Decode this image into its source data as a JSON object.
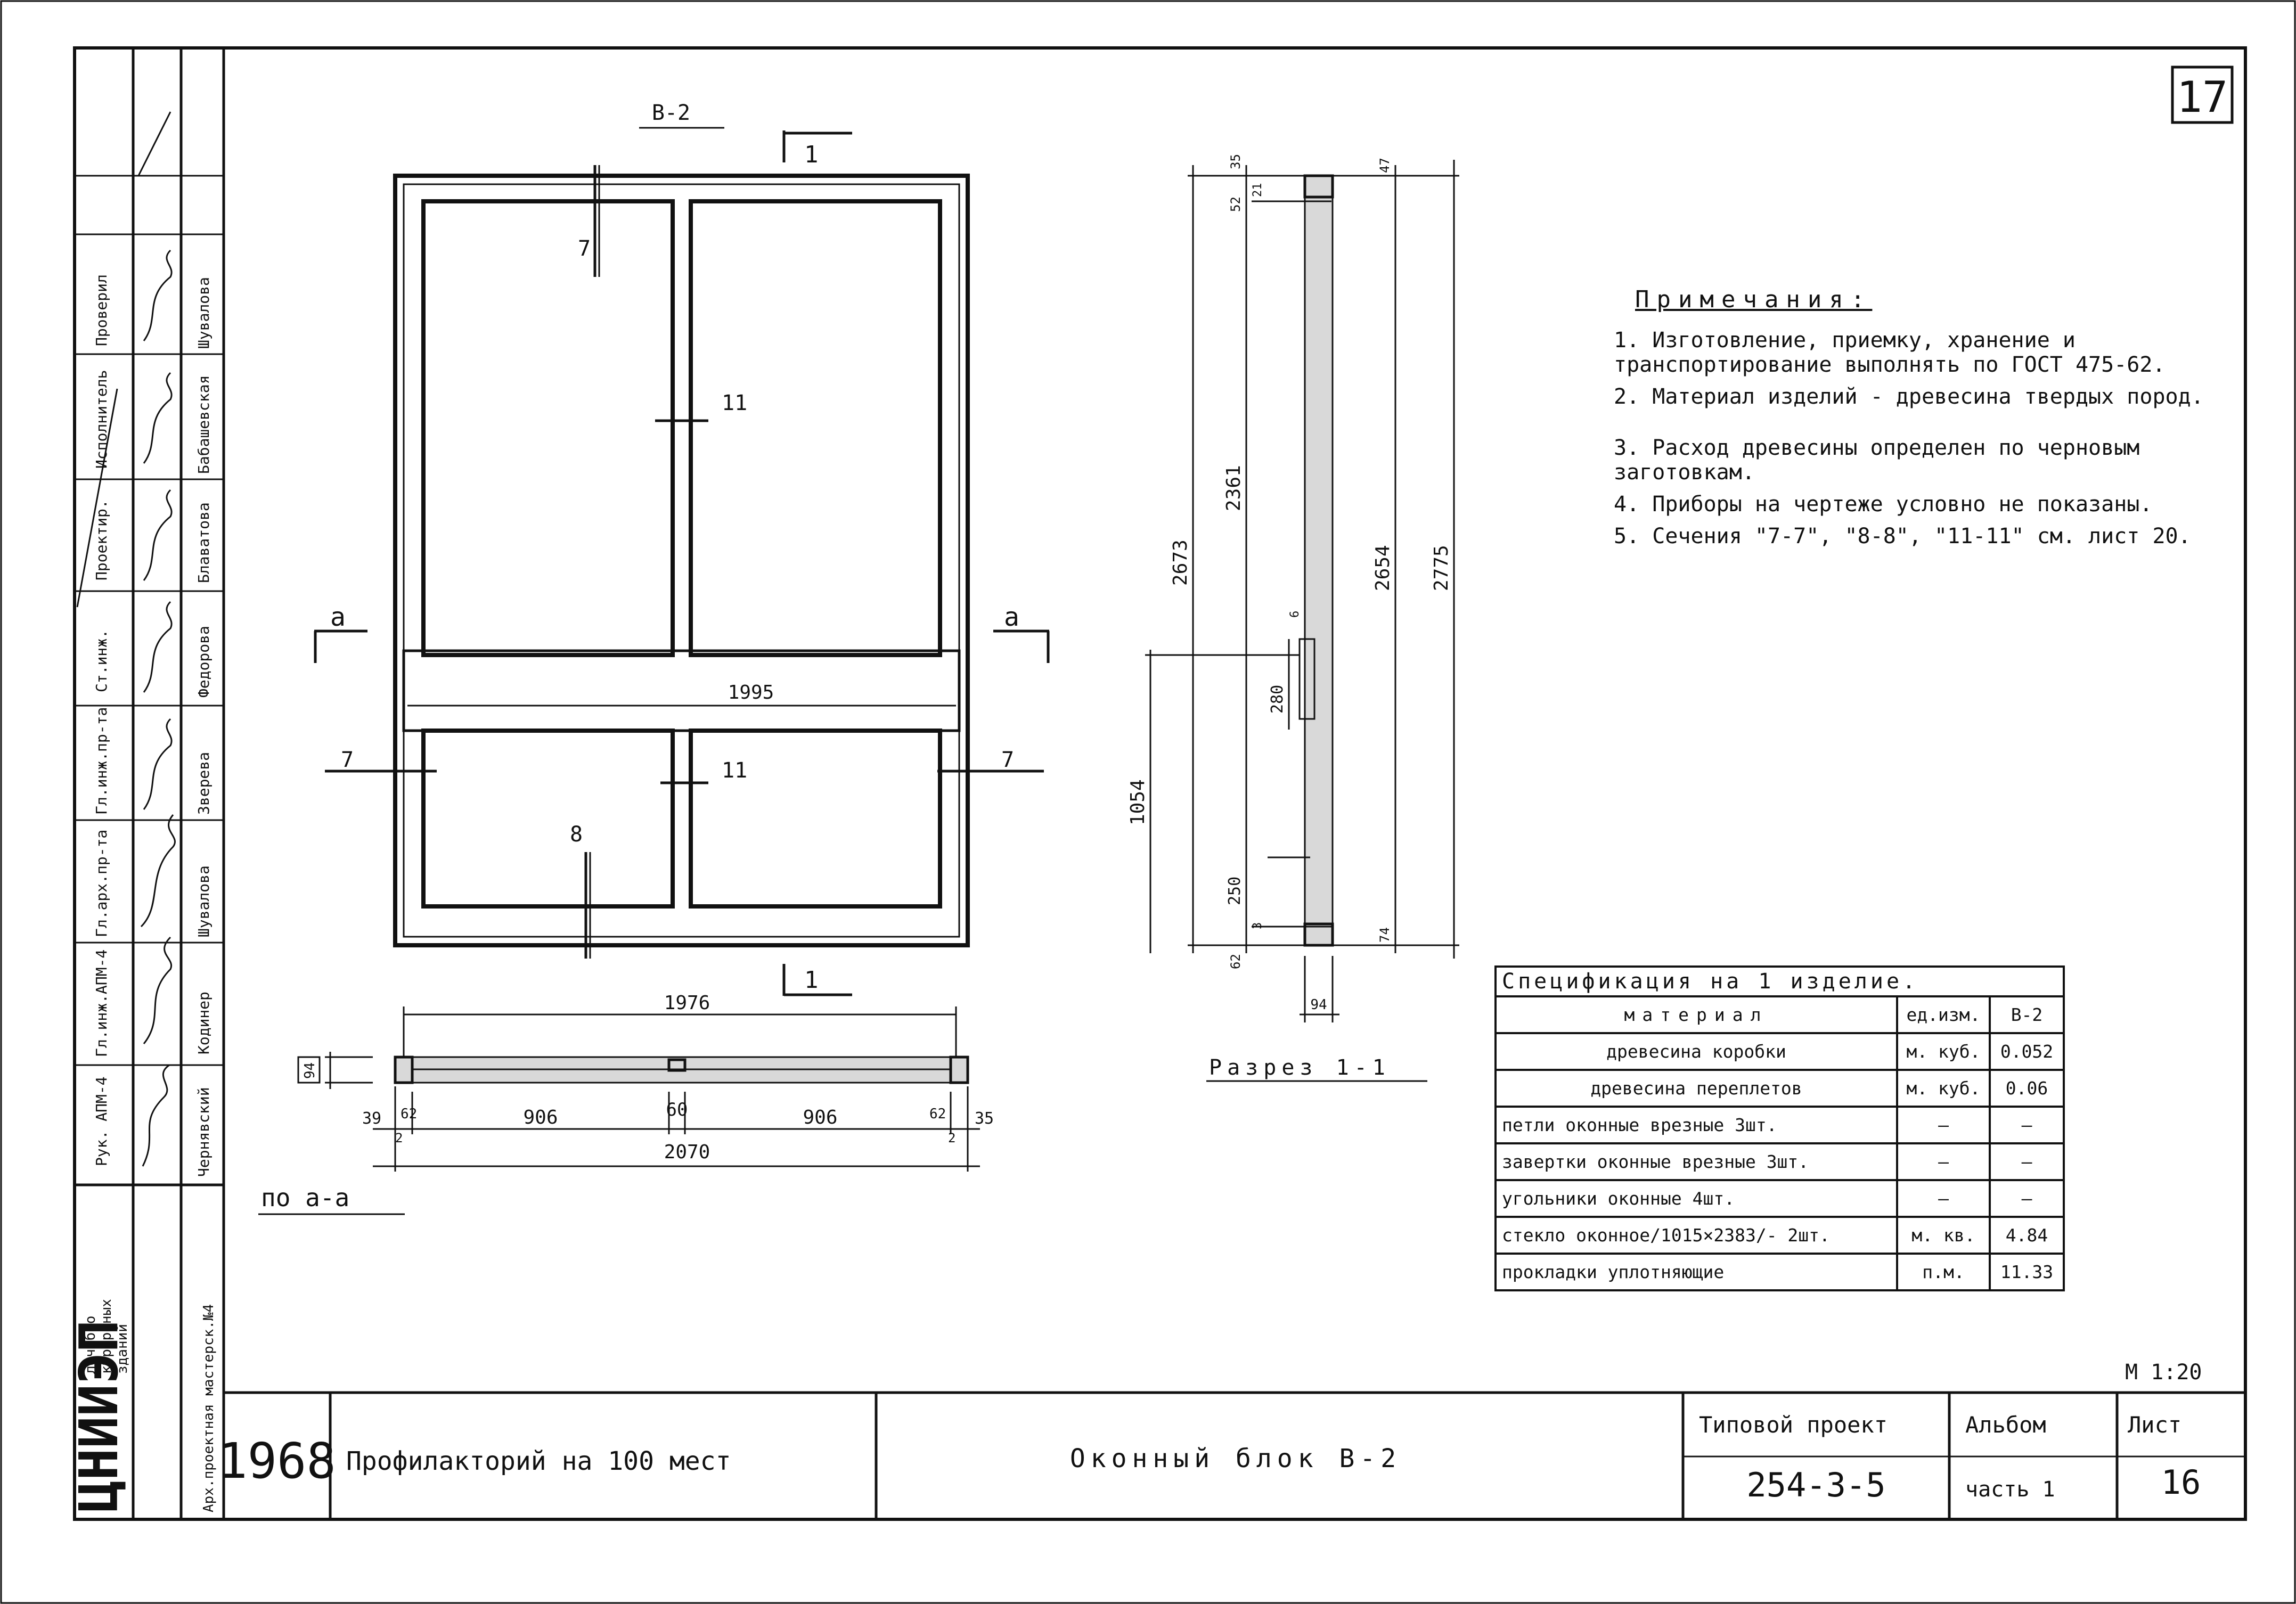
{
  "sheet_number": "17",
  "window_label": "В-2",
  "section_cut_label": "1",
  "section_a_label": "а",
  "cut_labels": {
    "c7": "7",
    "c8": "8",
    "c11": "11"
  },
  "dimensions": {
    "transom_width": "1995",
    "inner_width": "1976",
    "overall_width": "2070",
    "sash": "906",
    "center_mullion": "60",
    "edge_left": "39",
    "edge_right": "35",
    "rebate_left": "62",
    "rebate_right": "62",
    "tick_left": "2",
    "tick_right": "2",
    "depth_plan": "94",
    "depth_section": "94",
    "h_opening": "2673",
    "h_upper": "2361",
    "h_box": "2654",
    "h_overall": "2775",
    "h_lower": "1054",
    "h_280": "280",
    "h_250": "250",
    "h_52": "52",
    "h_35": "35",
    "h_21": "21",
    "h_47": "47",
    "h_62": "62",
    "h_74": "74",
    "h_3": "3",
    "h_6": "6"
  },
  "plan_caption": "по а-а",
  "section_caption": "Разрез 1-1",
  "notes": {
    "title": "Примечания:",
    "items": [
      "1. Изготовление, приемку, хранение и транспортирование выполнять по ГОСТ 475-62.",
      "2. Материал изделий - древесина твердых пород.",
      "3. Расход древесины определен по черновым заготовкам.",
      "4. Приборы на чертеже условно не показаны.",
      "5. Сечения \"7-7\", \"8-8\", \"11-11\" см. лист 20."
    ]
  },
  "spec": {
    "title": "Спецификация на 1 изделие.",
    "col_material": "материал",
    "col_unit": "ед.изм.",
    "col_item": "В-2",
    "rows": [
      {
        "name": "древесина коробки",
        "unit": "м. куб.",
        "value": "0.052"
      },
      {
        "name": "древесина переплетов",
        "unit": "м. куб.",
        "value": "0.06"
      },
      {
        "name": "петли оконные врезные 3шт.",
        "unit": "—",
        "value": "—"
      },
      {
        "name": "завертки оконные врезные 3шт.",
        "unit": "—",
        "value": "—"
      },
      {
        "name": "угольники оконные 4шт.",
        "unit": "—",
        "value": "—"
      },
      {
        "name": "стекло оконное/1015×2383/- 2шт.",
        "unit": "м. кв.",
        "value": "4.84"
      },
      {
        "name": "прокладки уплотняющие",
        "unit": "п.м.",
        "value": "11.33"
      }
    ]
  },
  "scale": "М 1:20",
  "title_block": {
    "year": "1968",
    "project_name": "Профилакторий на 100 мест",
    "drawing_title": "Оконный блок В-2",
    "typical_label": "Типовой проект",
    "project_code": "254-3-5",
    "album_label": "Альбом",
    "album_value": "часть 1",
    "sheet_label": "Лист",
    "sheet_value": "16"
  },
  "side_stamp": {
    "org_name": "ЦНИИЭП",
    "org_desc1": "лечебно",
    "org_desc2": "курортных",
    "org_desc3": "зданий",
    "workshop": "Арх.проектная мастерск.№4",
    "roles": [
      "Рук. АПМ-4",
      "Гл.инж.АПМ-4",
      "Гл.арх.пр-та",
      "Гл.инж.пр-та",
      "Ст.инж.",
      "Проектир.",
      "Исполнитель",
      "Проверил"
    ],
    "names": [
      "Чернявский",
      "Кодинер",
      "Шувалова",
      "Зверева",
      "Федорова",
      "Блаватова",
      "Бабашевская",
      "Шувалова"
    ]
  }
}
